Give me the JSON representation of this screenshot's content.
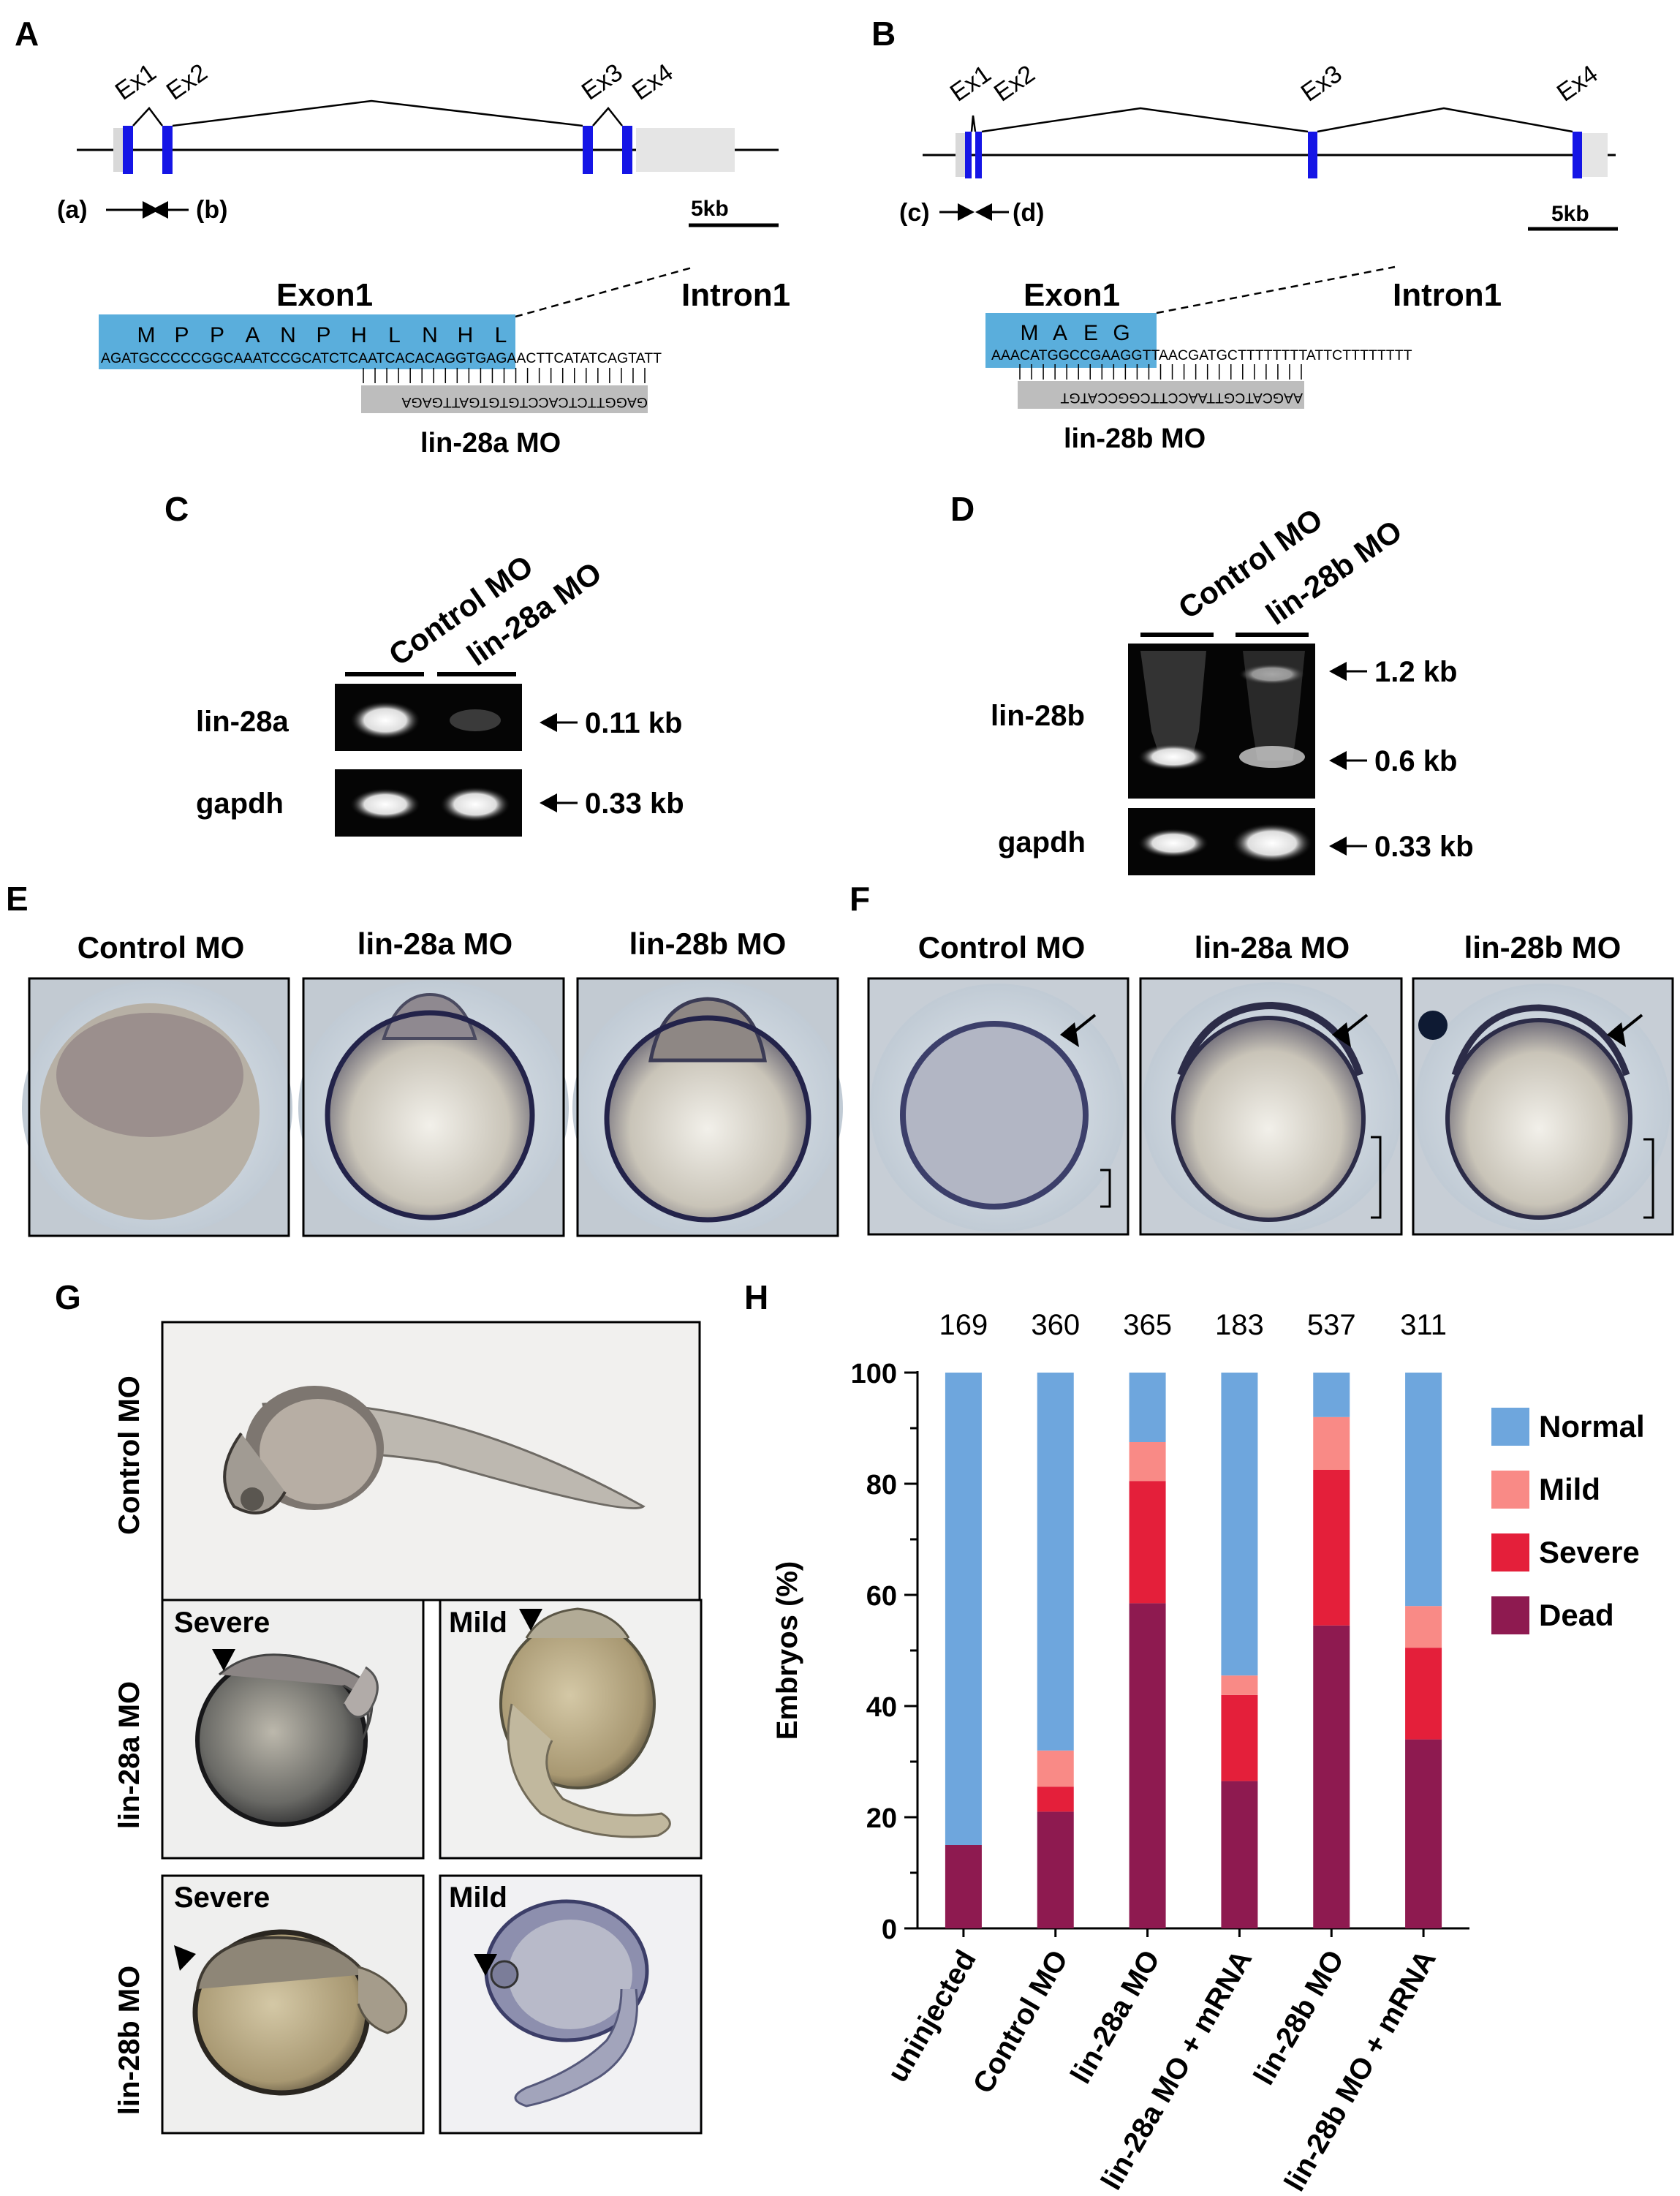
{
  "panels": {
    "A": "A",
    "B": "B",
    "C": "C",
    "D": "D",
    "E": "E",
    "F": "F",
    "G": "G",
    "H": "H"
  },
  "gene_a": {
    "exons": [
      "Ex1",
      "Ex2",
      "Ex3",
      "Ex4"
    ],
    "primer_a": "(a)",
    "primer_b": "(b)",
    "scale": "5kb",
    "exon_label": "Exon1",
    "intron_label": "Intron1",
    "aa": [
      "M",
      "P",
      "P",
      "A",
      "N",
      "P",
      "H",
      "L",
      "N",
      "H",
      "L"
    ],
    "dna": "AGATGCCCCCGGCAAATCCGCATCTCAATCACACAGGTGAGAACTTCATATCAGTATT",
    "mo_seq": "GAGGTTCTCACCTGTGTGATTGAGA",
    "mo_label": "lin-28a MO"
  },
  "gene_b": {
    "exons": [
      "Ex1",
      "Ex2",
      "Ex3",
      "Ex4"
    ],
    "primer_c": "(c)",
    "primer_d": "(d)",
    "scale": "5kb",
    "exon_label": "Exon1",
    "intron_label": "Intron1",
    "aa": [
      "M",
      "A",
      "E",
      "G"
    ],
    "dna": "AAACATGGCCGAAGGTTAACGATGCTTTTTTTTATTCTTTTTTTT",
    "mo_seq": "AAGCATCGTTAACCTTCGGCCATGT",
    "mo_label": "lin-28b MO"
  },
  "gel_c": {
    "lanes": [
      "Control MO",
      "lin-28a MO"
    ],
    "rows": [
      "lin-28a",
      "gapdh"
    ],
    "sizes": [
      "0.11 kb",
      "0.33 kb"
    ]
  },
  "gel_d": {
    "lanes": [
      "Control MO",
      "lin-28b MO"
    ],
    "rows": [
      "lin-28b",
      "gapdh"
    ],
    "sizes": [
      "1.2 kb",
      "0.6 kb",
      "0.33 kb"
    ]
  },
  "panel_e": [
    "Control MO",
    "lin-28a MO",
    "lin-28b MO"
  ],
  "panel_f": [
    "Control MO",
    "lin-28a MO",
    "lin-28b MO"
  ],
  "panel_g": {
    "rows": [
      "Control MO",
      "lin-28a MO",
      "lin-28b MO"
    ],
    "severe": "Severe",
    "mild": "Mild"
  },
  "chart_data": {
    "type": "bar",
    "stacked": true,
    "categories": [
      "uninjected",
      "Control MO",
      "lin-28a MO",
      "lin-28a MO + mRNA",
      "lin-28b MO",
      "lin-28b MO + mRNA"
    ],
    "totals": [
      "169",
      "360",
      "365",
      "183",
      "537",
      "311"
    ],
    "ylabel": "Embryos (%)",
    "ylim": [
      0,
      100
    ],
    "yticks": [
      "0",
      "20",
      "40",
      "60",
      "80",
      "100"
    ],
    "legend_position": "right",
    "series": [
      {
        "name": "Dead",
        "color": "#8e1a50",
        "values": [
          15,
          21,
          58.5,
          26.5,
          54.5,
          34
        ]
      },
      {
        "name": "Severe",
        "color": "#e41f3a",
        "values": [
          0,
          4.5,
          22,
          15.5,
          28,
          16.5
        ]
      },
      {
        "name": "Mild",
        "color": "#f98a86",
        "values": [
          0,
          6.5,
          7,
          3.5,
          9.5,
          7.5
        ]
      },
      {
        "name": "Normal",
        "color": "#6ea6dd",
        "values": [
          85,
          68,
          12.5,
          54.5,
          8,
          42
        ]
      }
    ]
  }
}
